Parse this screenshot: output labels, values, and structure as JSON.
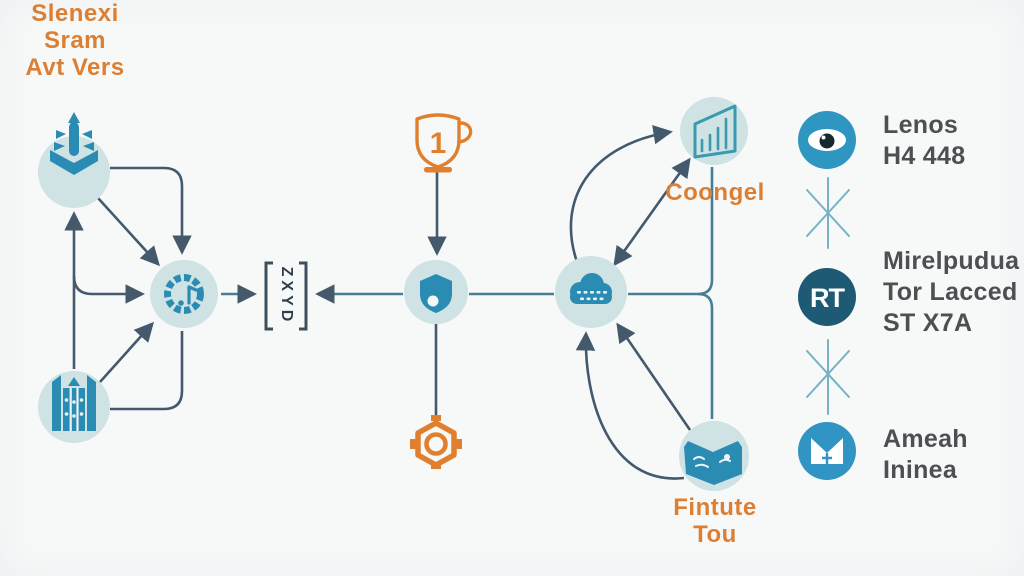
{
  "colors": {
    "background": "#f7f9f9",
    "node_fill": "#cfe2e4",
    "icon_blue": "#2b8cb3",
    "arrow_dark": "#44596b",
    "line_teal": "#457e95",
    "accent_orange": "#e0802f",
    "label_orange": "#dd7f33",
    "legend_text": "#4d4f52",
    "legend_blue": "#2e96c0",
    "legend_navy": "#1e5a74",
    "legend_light_blue": "#3095c2",
    "starburst_teal": "#74b2c4",
    "pupil_dark": "#16292f"
  },
  "diagram": {
    "bracket_text": "ZXYD",
    "trophy_mark": "1",
    "labels": {
      "bottom_left_line1": "Slenexi Sram",
      "bottom_left_line2": "Avt Vers",
      "top_right": "Coongel",
      "bottom_right": "Fintute Tou"
    }
  },
  "legend": {
    "items": [
      {
        "icon": "eye-icon",
        "lines": [
          "Lenos",
          "H4 448"
        ]
      },
      {
        "icon": "rt-monogram-icon",
        "monogram": "RT",
        "lines": [
          "Mirelpudua",
          "Tor Lacced",
          "ST X7A"
        ]
      },
      {
        "icon": "book-monogram-icon",
        "lines": [
          "Ameah",
          "Ininea"
        ]
      }
    ]
  }
}
